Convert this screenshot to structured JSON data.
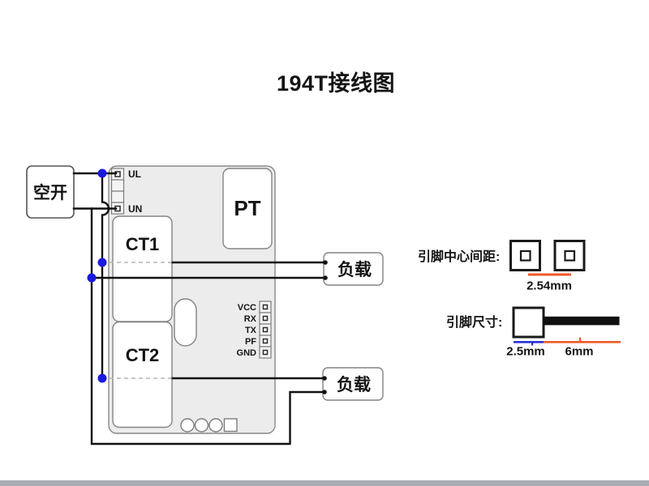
{
  "title": "194T接线图",
  "breaker": {
    "label": "空开"
  },
  "device": {
    "terminal_ul": "UL",
    "terminal_un": "UN",
    "pt_label": "PT",
    "ct1_label": "CT1",
    "ct2_label": "CT2",
    "pins": [
      "VCC",
      "RX",
      "TX",
      "PF",
      "GND"
    ]
  },
  "loads": {
    "load1": "负载",
    "load2": "负载"
  },
  "annotations": {
    "pitch_label": "引脚中心间距:",
    "pitch_value": "2.54mm",
    "size_label": "引脚尺寸:",
    "size_width": "2.5mm",
    "size_length": "6mm"
  },
  "colors": {
    "junction_blue": "#1a1ae0",
    "dimension_red": "#f05a28",
    "dimension_blue": "#2830d8",
    "bottom_bar": "#a9adb4",
    "device_fill": "#ececec"
  }
}
